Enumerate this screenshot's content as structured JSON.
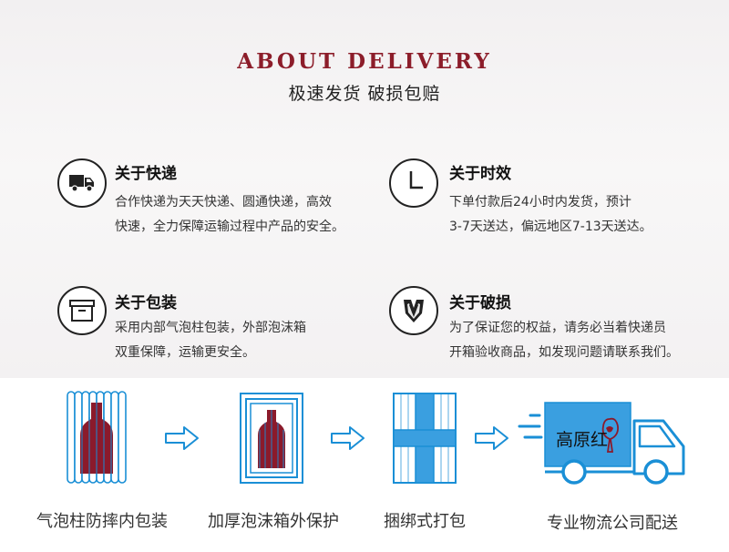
{
  "header": {
    "title_en": "ABOUT DELIVERY",
    "title_cn": "极速发货 破损包赔"
  },
  "info": [
    {
      "icon": "truck-icon",
      "title": "关于快递",
      "lines": [
        "合作快递为天天快递、圆通快递，高效",
        "快速，全力保障运输过程中产品的安全。"
      ]
    },
    {
      "icon": "clock-icon",
      "title": "关于时效",
      "lines": [
        "下单付款后24小时内发货，预计",
        "3-7天送达，偏远地区7-13天送达。"
      ]
    },
    {
      "icon": "box-icon",
      "title": "关于包装",
      "lines": [
        "采用内部气泡柱包装，外部泡沫箱",
        "双重保障，运输更安全。"
      ]
    },
    {
      "icon": "shield-icon",
      "title": "关于破损",
      "lines": [
        "为了保证您的权益，请务必当着快递员",
        "开箱验收商品，如发现问题请联系我们。"
      ]
    }
  ],
  "steps": [
    {
      "icon": "bubble-column-wine-icon",
      "label": "气泡柱防摔内包装"
    },
    {
      "icon": "foam-box-icon",
      "label": "加厚泡沫箱外保护"
    },
    {
      "icon": "strapped-package-icon",
      "label": "捆绑式打包"
    },
    {
      "icon": "delivery-truck-icon",
      "label": "专业物流公司配送",
      "truck_text": "高原红"
    }
  ],
  "colors": {
    "accent": "#8c1d2a",
    "blue": "#1a8fd6",
    "wine": "#8b1a2b"
  }
}
